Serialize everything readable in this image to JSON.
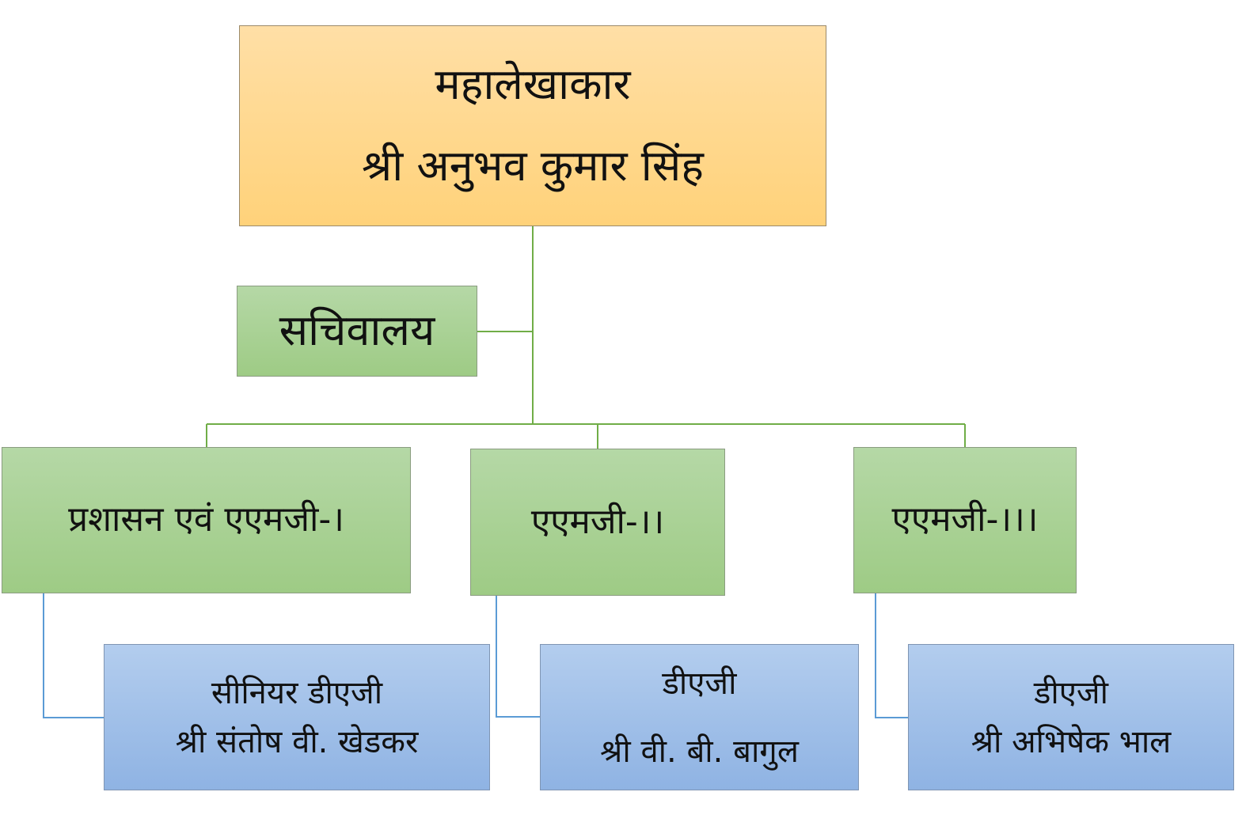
{
  "head": {
    "title": "महालेखाकार",
    "name": "श्री अनुभव कुमार सिंह"
  },
  "secretariat": {
    "label": "सचिवालय"
  },
  "groups": [
    {
      "label": "प्रशासन एवं एएमजी-।",
      "sub_title": "सीनियर डीएजी",
      "sub_name": "श्री संतोष वी. खेडकर"
    },
    {
      "label": "एएमजी-।।",
      "sub_title": "डीएजी",
      "sub_name": "श्री वी. बी. बागुल"
    },
    {
      "label": "एएमजी-।।।",
      "sub_title": "डीएजी",
      "sub_name": "श्री अभिषेक भाल"
    }
  ],
  "colors": {
    "head_fill": "#ffd88f",
    "unit_fill": "#a9d18e",
    "officer_fill": "#a3c2ea",
    "green_connector": "#70ad47",
    "blue_connector": "#5b9bd5"
  }
}
